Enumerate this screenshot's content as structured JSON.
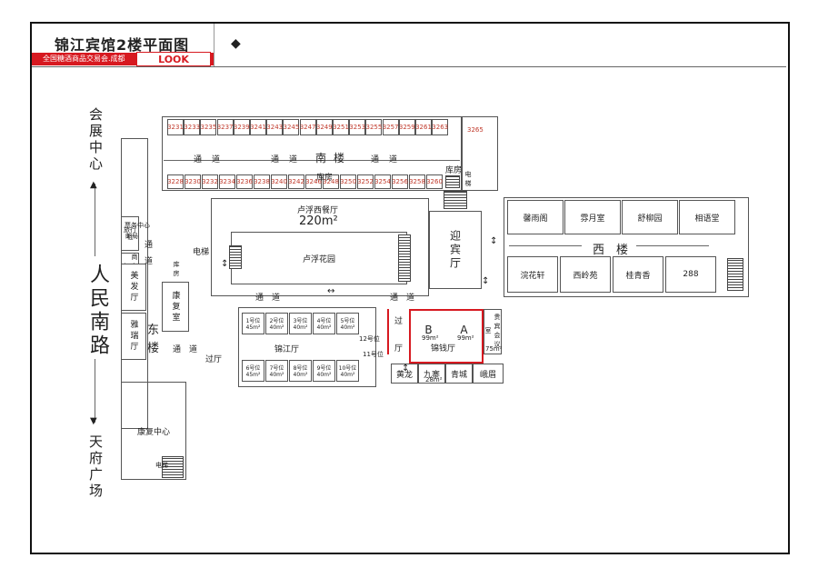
{
  "header": {
    "title": "锦江宾馆2楼平面图",
    "subtitle": "全国糖酒商品交易会.成都",
    "brand": "LOOK",
    "diamond": "◆"
  },
  "street_labels": {
    "left_top": "会展中心",
    "left_mid": "人民南路",
    "left_bottom": "天府广场",
    "left_bottom_clip": "场"
  },
  "rooms_top": [
    "3231",
    "3233",
    "3235",
    "3237",
    "3239",
    "3241",
    "3243",
    "3245",
    "3247",
    "3249",
    "3251",
    "3253",
    "3255",
    "3257",
    "3259",
    "3261",
    "3263"
  ],
  "rooms_top_extra": "3265",
  "rooms_bottom": [
    "3228",
    "3230",
    "3232",
    "3234",
    "3236",
    "3238",
    "3240",
    "3242",
    "3246",
    "3248",
    "3250",
    "3252",
    "3254",
    "3256",
    "3258",
    "3260"
  ],
  "south_building": {
    "corridor1": "通",
    "corridor2": "道",
    "name1": "南",
    "name2": "楼",
    "storage": "库房",
    "storage2": "库房",
    "elevator": "电梯"
  },
  "west_building": {
    "name": "西　楼",
    "rooms_top": [
      "馨雨阁",
      "雰月室",
      "舒柳园",
      "相语堂"
    ],
    "rooms_bottom": [
      "浣花轩",
      "西岭苑",
      "桂青香",
      "288"
    ]
  },
  "center": {
    "restaurant": "卢浮西餐厅",
    "restaurant_area": "220m²",
    "garden": "卢浮花园",
    "guest_hall": "迎宾厅",
    "elevator": "电梯",
    "storage": "库房"
  },
  "east_building": {
    "travel": "旅行社",
    "ticket": "票务中心",
    "post": "邮局",
    "business": "商务中心",
    "beauty": "美发厅",
    "yarui": "雅瑞厅",
    "kangfu_room": "康复室",
    "name1": "东",
    "name2": "楼",
    "kangfu_center": "康复中心",
    "stairs": "电梯"
  },
  "jinjiang": {
    "hall": "锦江厅",
    "booths_top": [
      {
        "name": "1号位",
        "area": "45m²"
      },
      {
        "name": "2号位",
        "area": "40m²"
      },
      {
        "name": "3号位",
        "area": "40m²"
      },
      {
        "name": "4号位",
        "area": "40m²"
      },
      {
        "name": "5号位",
        "area": "40m²"
      }
    ],
    "booths_bottom": [
      {
        "name": "6号位",
        "area": "45m²"
      },
      {
        "name": "7号位",
        "area": "40m²"
      },
      {
        "name": "8号位",
        "area": "40m²"
      },
      {
        "name": "9号位",
        "area": "40m²"
      },
      {
        "name": "10号位",
        "area": "40m²"
      }
    ],
    "booth12": "12号位",
    "booth11": "11号位"
  },
  "jinqian": {
    "hall": "锦钱厅",
    "b": "B",
    "b_area": "99m²",
    "a": "A",
    "a_area": "99m²",
    "vip": "贵宾会议室",
    "vip_area": "75m²",
    "huanglong": "黄龙",
    "jiuzhai": "九寨",
    "jiuzhai_area": "28m²",
    "qingcheng": "青城",
    "emei": "峨眉"
  },
  "corridors": {
    "tongdao": "通　道",
    "guoting": "过厅",
    "guo": "过",
    "ting": "厅"
  }
}
